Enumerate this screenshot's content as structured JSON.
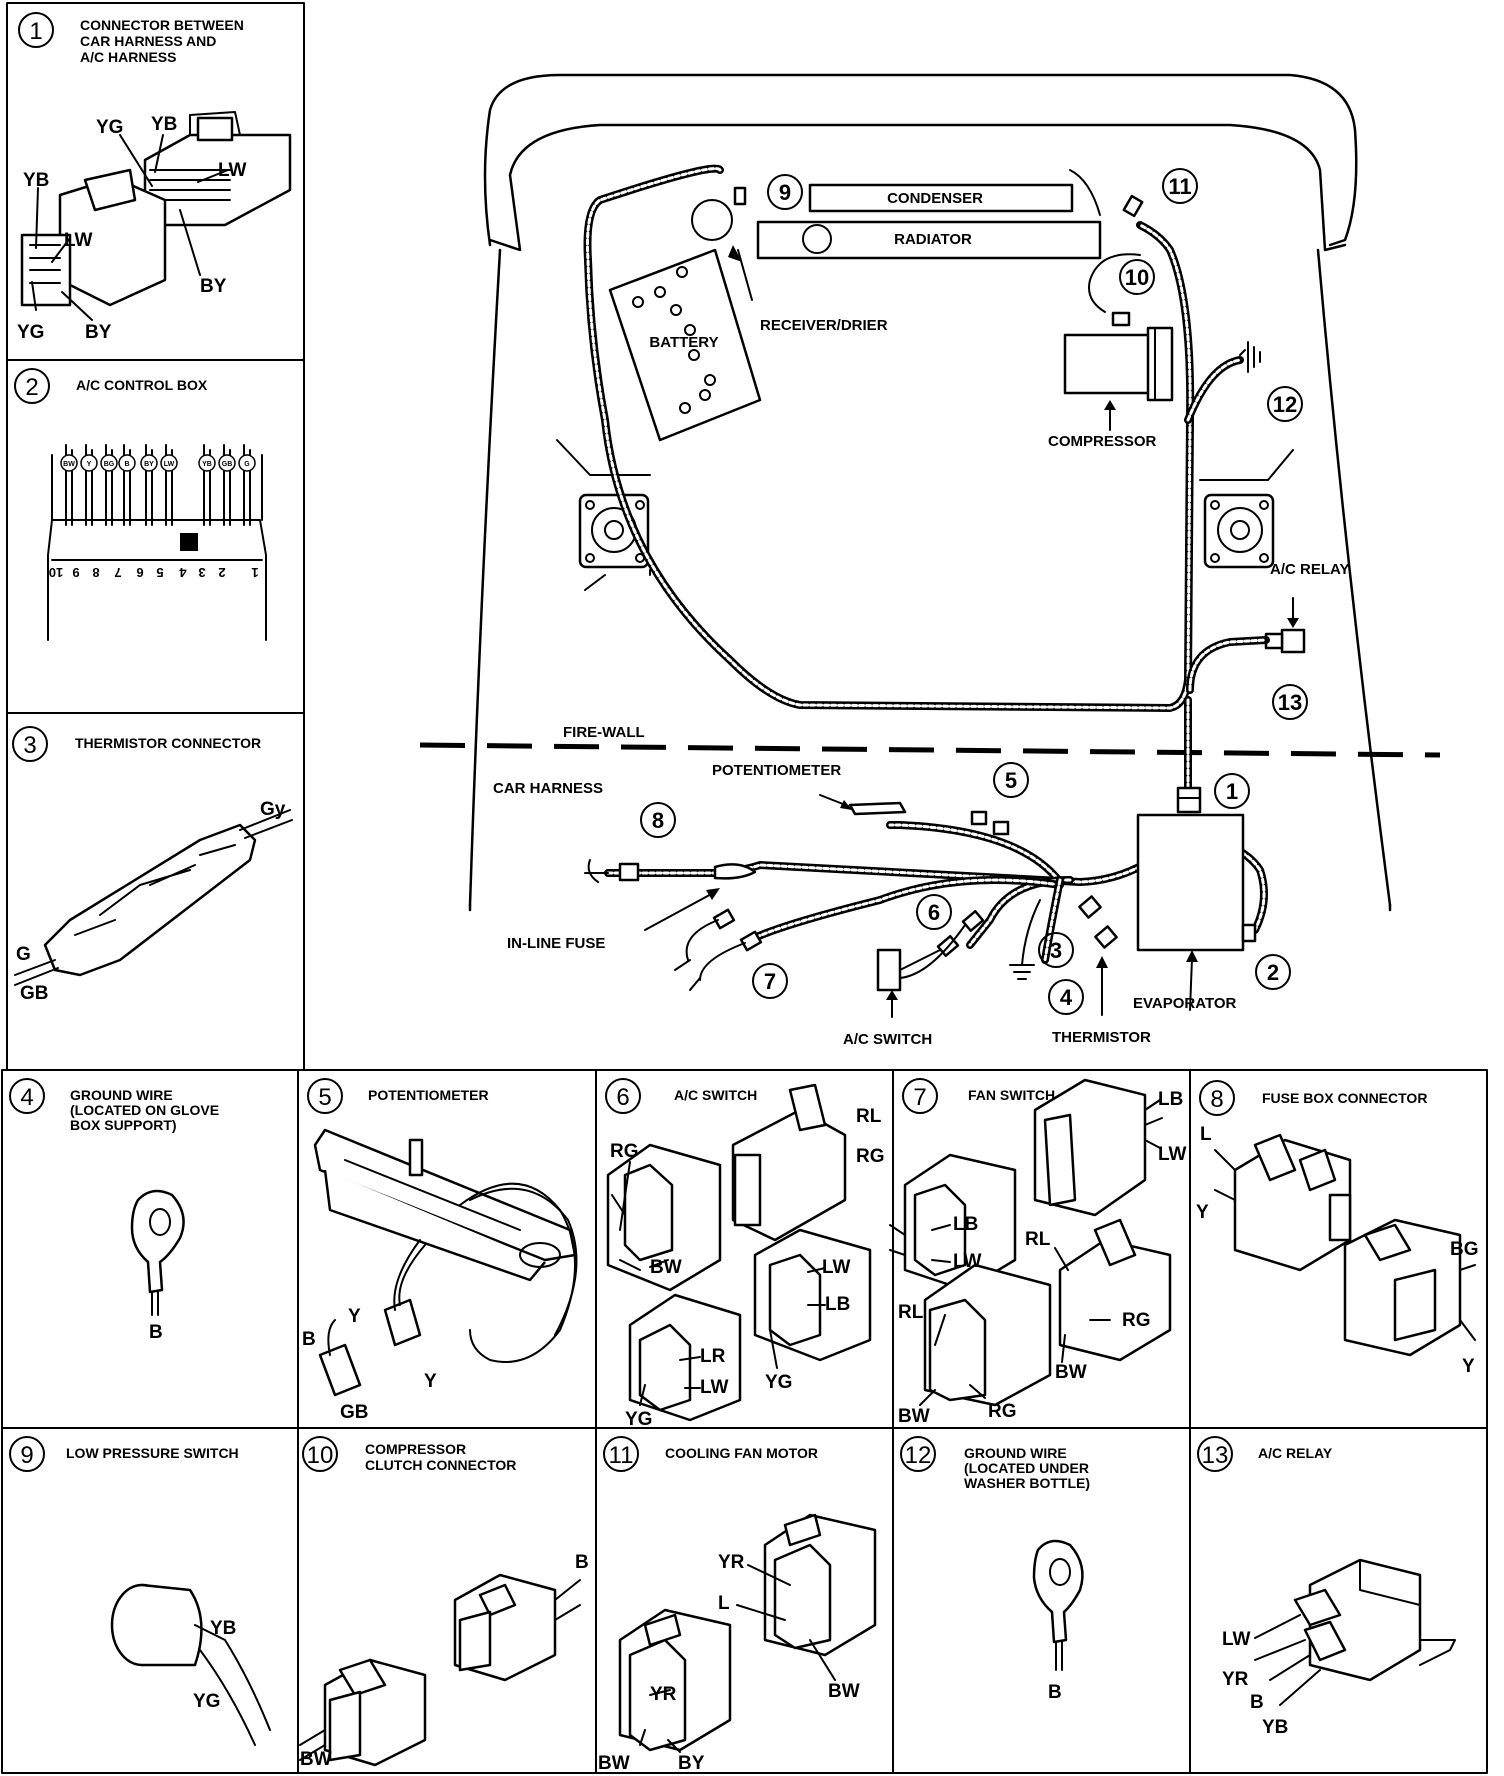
{
  "panels": {
    "p1": {
      "num": "1",
      "title": [
        "CONNECTOR BETWEEN",
        "CAR HARNESS AND",
        "A/C HARNESS"
      ],
      "wires": [
        "YG",
        "YB",
        "LW",
        "YB",
        "LW",
        "BY",
        "YG",
        "BY"
      ]
    },
    "p2": {
      "num": "2",
      "title": [
        "A/C CONTROL BOX"
      ],
      "pins": [
        "BW",
        "Y",
        "BG",
        "B",
        "BY",
        "LW",
        "YB",
        "GB",
        "G"
      ],
      "terminals": [
        "10",
        "9",
        "8",
        "7",
        "6",
        "5",
        "4",
        "3",
        "2",
        "1"
      ]
    },
    "p3": {
      "num": "3",
      "title": [
        "THERMISTOR CONNECTOR"
      ],
      "wires": [
        "Gy",
        "G",
        "GB"
      ]
    },
    "p4": {
      "num": "4",
      "title": [
        "GROUND WIRE",
        "(LOCATED ON GLOVE",
        "BOX SUPPORT)"
      ],
      "wires": [
        "B"
      ]
    },
    "p5": {
      "num": "5",
      "title": [
        "POTENTIOMETER"
      ],
      "wires": [
        "Y",
        "B",
        "Y",
        "GB"
      ]
    },
    "p6": {
      "num": "6",
      "title": [
        "A/C SWITCH"
      ],
      "wires": [
        "RL",
        "RG",
        "RG",
        "BW",
        "LW",
        "LB",
        "LR",
        "LW",
        "YG",
        "YG"
      ]
    },
    "p7": {
      "num": "7",
      "title": [
        "FAN SWITCH"
      ],
      "wires": [
        "LB",
        "LW",
        "LB",
        "LW",
        "RL",
        "RL",
        "RG",
        "BW",
        "BW",
        "RG"
      ]
    },
    "p8": {
      "num": "8",
      "title": [
        "FUSE BOX CONNECTOR"
      ],
      "wires": [
        "L",
        "Y",
        "BG",
        "Y"
      ]
    },
    "p9": {
      "num": "9",
      "title": [
        "LOW PRESSURE SWITCH"
      ],
      "wires": [
        "YB",
        "YG"
      ]
    },
    "p10": {
      "num": "10",
      "title": [
        "COMPRESSOR",
        "CLUTCH CONNECTOR"
      ],
      "wires": [
        "B",
        "BW"
      ]
    },
    "p11": {
      "num": "11",
      "title": [
        "COOLING FAN MOTOR"
      ],
      "wires": [
        "YR",
        "L",
        "BW",
        "YR",
        "BW",
        "BY"
      ]
    },
    "p12": {
      "num": "12",
      "title": [
        "GROUND WIRE",
        "(LOCATED UNDER",
        "WASHER BOTTLE)"
      ],
      "wires": [
        "B"
      ]
    },
    "p13": {
      "num": "13",
      "title": [
        "A/C RELAY"
      ],
      "wires": [
        "LW",
        "YR",
        "B",
        "YB"
      ]
    }
  },
  "main": {
    "labels": {
      "condenser": "CONDENSER",
      "radiator": "RADIATOR",
      "battery": "BATTERY",
      "receiver_drier": "RECEIVER/DRIER",
      "compressor": "COMPRESSOR",
      "ac_relay": "A/C RELAY",
      "fire_wall": "FIRE-WALL",
      "potentiometer": "POTENTIOMETER",
      "car_harness": "CAR HARNESS",
      "in_line_fuse": "IN-LINE FUSE",
      "ac_switch": "A/C SWITCH",
      "thermistor": "THERMISTOR",
      "evaporator": "EVAPORATOR"
    },
    "callouts": [
      "9",
      "11",
      "10",
      "12",
      "13",
      "1",
      "5",
      "8",
      "6",
      "3",
      "4",
      "7",
      "2"
    ]
  }
}
